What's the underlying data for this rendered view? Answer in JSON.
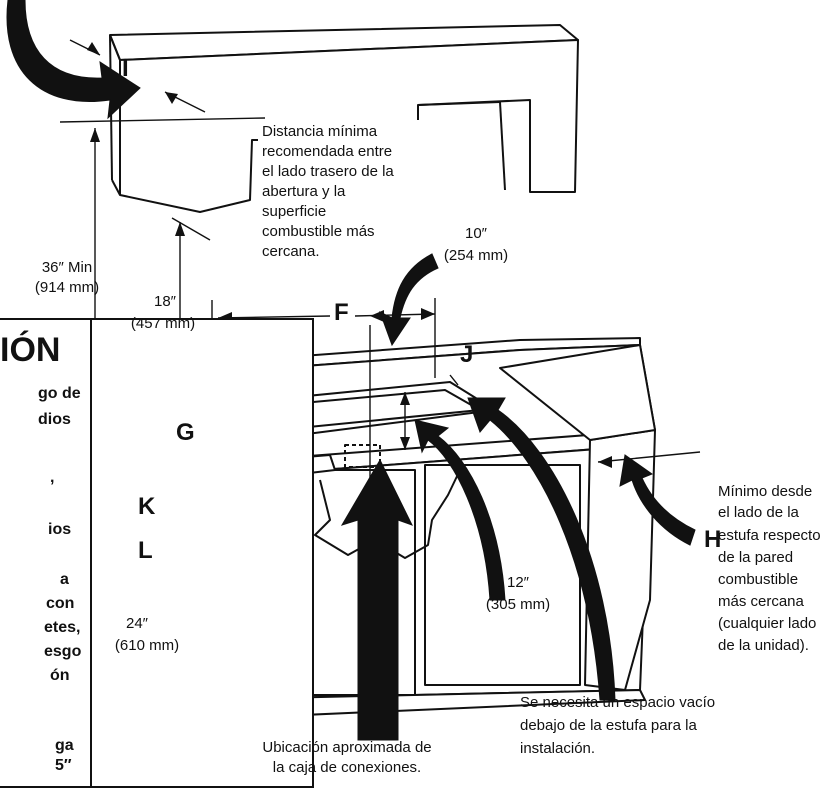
{
  "labels": {
    "I": "I",
    "F": "F",
    "G": "G",
    "J": "J",
    "K": "K",
    "L": "L",
    "H": "H"
  },
  "dims": {
    "d36": "36″ Min",
    "d36mm": "(914 mm)",
    "d18": "18″",
    "d18mm": "(457 mm)",
    "d10": "10″",
    "d10mm": "(254 mm)",
    "d12": "12″",
    "d12mm": "(305 mm)",
    "d24": "24″",
    "d24mm": "(610 mm)"
  },
  "callout_top": [
    "Distancia mínima",
    "recomendada entre",
    "el lado trasero de la",
    "abertura y la",
    "superficie",
    "combustible más",
    "cercana."
  ],
  "callout_h": [
    "Mínimo desde",
    "el lado de la",
    "estufa respecto",
    "de la pared",
    "combustible",
    "más cercana",
    "(cualquier lado",
    "de la unidad)."
  ],
  "callout_space": [
    "Se necesita un espacio vacío",
    "debajo de la estufa para la",
    "instalación."
  ],
  "callout_box": [
    "Ubicación aproximada de",
    "la caja de conexiones."
  ],
  "warning": {
    "title": "IÓN",
    "lines": [
      "go de",
      "dios",
      ",",
      "ios",
      "a",
      "con",
      "etes,",
      "esgo",
      "ón",
      "ga",
      "5″"
    ]
  }
}
